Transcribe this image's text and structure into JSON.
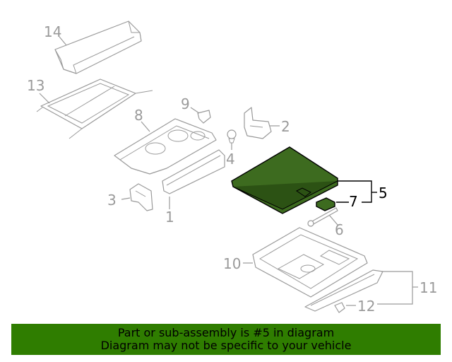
{
  "callouts": {
    "c1": "1",
    "c2": "2",
    "c3": "3",
    "c4": "4",
    "c5": "5",
    "c6": "6",
    "c7": "7",
    "c8": "8",
    "c9": "9",
    "c10": "10",
    "c11": "11",
    "c12": "12",
    "c13": "13",
    "c14": "14"
  },
  "highlight": {
    "part_number": "5",
    "color": "#3d6b1f"
  },
  "banner": {
    "line1": "Part or sub-assembly is #5 in diagram",
    "line2": "Diagram may not be specific to your vehicle",
    "background": "#2f7d00"
  }
}
